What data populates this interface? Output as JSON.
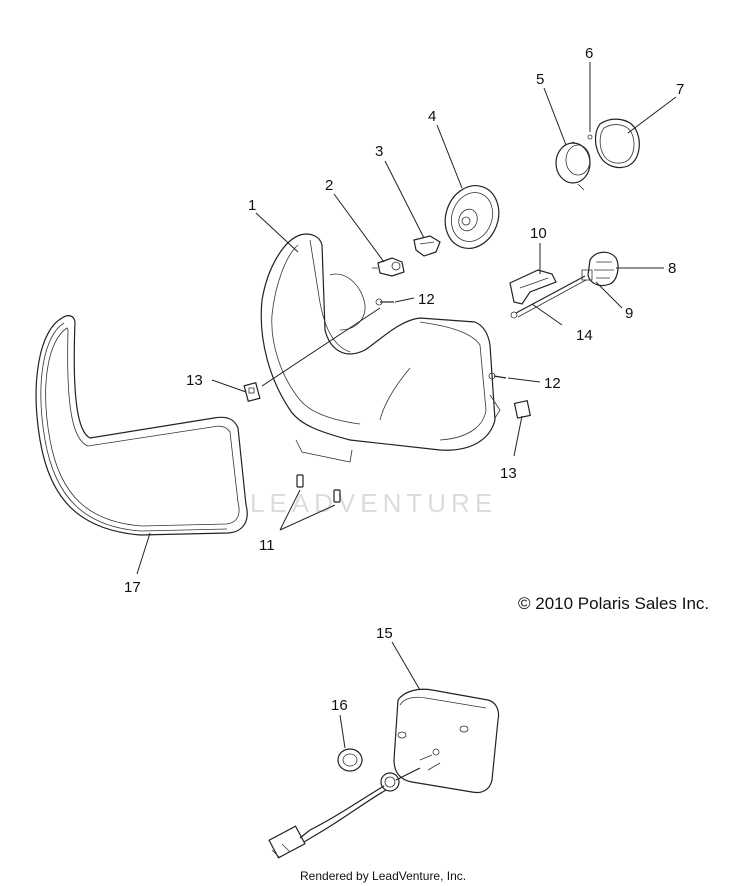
{
  "callouts": [
    {
      "id": "c1",
      "text": "1"
    },
    {
      "id": "c2",
      "text": "2"
    },
    {
      "id": "c3",
      "text": "3"
    },
    {
      "id": "c4",
      "text": "4"
    },
    {
      "id": "c5",
      "text": "5"
    },
    {
      "id": "c6",
      "text": "6"
    },
    {
      "id": "c7",
      "text": "7"
    },
    {
      "id": "c8",
      "text": "8"
    },
    {
      "id": "c9",
      "text": "9"
    },
    {
      "id": "c10",
      "text": "10"
    },
    {
      "id": "c11",
      "text": "11"
    },
    {
      "id": "c12a",
      "text": "12"
    },
    {
      "id": "c12b",
      "text": "12"
    },
    {
      "id": "c13a",
      "text": "13"
    },
    {
      "id": "c13b",
      "text": "13"
    },
    {
      "id": "c14",
      "text": "14"
    },
    {
      "id": "c15",
      "text": "15"
    },
    {
      "id": "c16",
      "text": "16"
    },
    {
      "id": "c17",
      "text": "17"
    }
  ],
  "copyright": "© 2010 Polaris Sales Inc.",
  "credit": "Rendered by LeadVenture, Inc.",
  "watermark": "LEADVENTURE"
}
